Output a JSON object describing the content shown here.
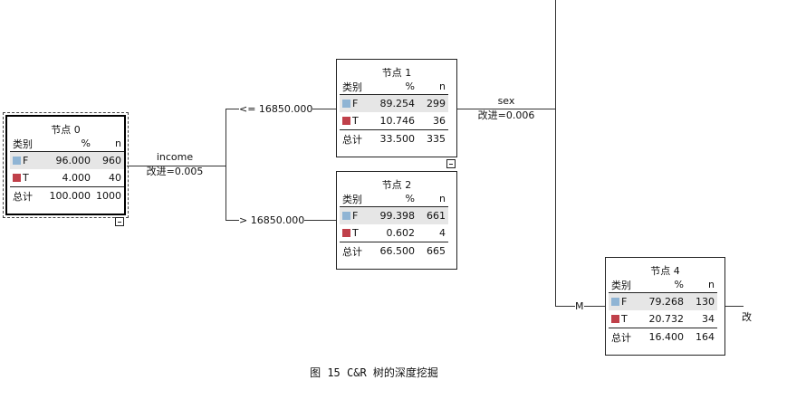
{
  "colors": {
    "F": "#8fb4d4",
    "T": "#c0404a"
  },
  "nodes": [
    {
      "title": "节点 0",
      "header": [
        "类别",
        "%",
        "n"
      ],
      "rows": [
        {
          "label": "F",
          "pct": "96.000",
          "n": "960"
        },
        {
          "label": "T",
          "pct": "4.000",
          "n": "40"
        }
      ],
      "total": {
        "label": "总计",
        "pct": "100.000",
        "n": "1000"
      }
    },
    {
      "title": "节点 1",
      "header": [
        "类别",
        "%",
        "n"
      ],
      "rows": [
        {
          "label": "F",
          "pct": "89.254",
          "n": "299"
        },
        {
          "label": "T",
          "pct": "10.746",
          "n": "36"
        }
      ],
      "total": {
        "label": "总计",
        "pct": "33.500",
        "n": "335"
      }
    },
    {
      "title": "节点 2",
      "header": [
        "类别",
        "%",
        "n"
      ],
      "rows": [
        {
          "label": "F",
          "pct": "99.398",
          "n": "661"
        },
        {
          "label": "T",
          "pct": "0.602",
          "n": "4"
        }
      ],
      "total": {
        "label": "总计",
        "pct": "66.500",
        "n": "665"
      }
    },
    {
      "title": "节点 4",
      "header": [
        "类别",
        "%",
        "n"
      ],
      "rows": [
        {
          "label": "F",
          "pct": "79.268",
          "n": "130"
        },
        {
          "label": "T",
          "pct": "20.732",
          "n": "34"
        }
      ],
      "total": {
        "label": "总计",
        "pct": "16.400",
        "n": "164"
      }
    }
  ],
  "splits": [
    {
      "variable": "income",
      "improvement": "改进=0.005"
    },
    {
      "variable": "sex",
      "improvement": "改进=0.006"
    }
  ],
  "edges": {
    "left": "<= 16850.000",
    "right": "> 16850.000",
    "m": "M"
  },
  "cut_text": "改",
  "caption": "图 15   C&R 树的深度挖掘"
}
